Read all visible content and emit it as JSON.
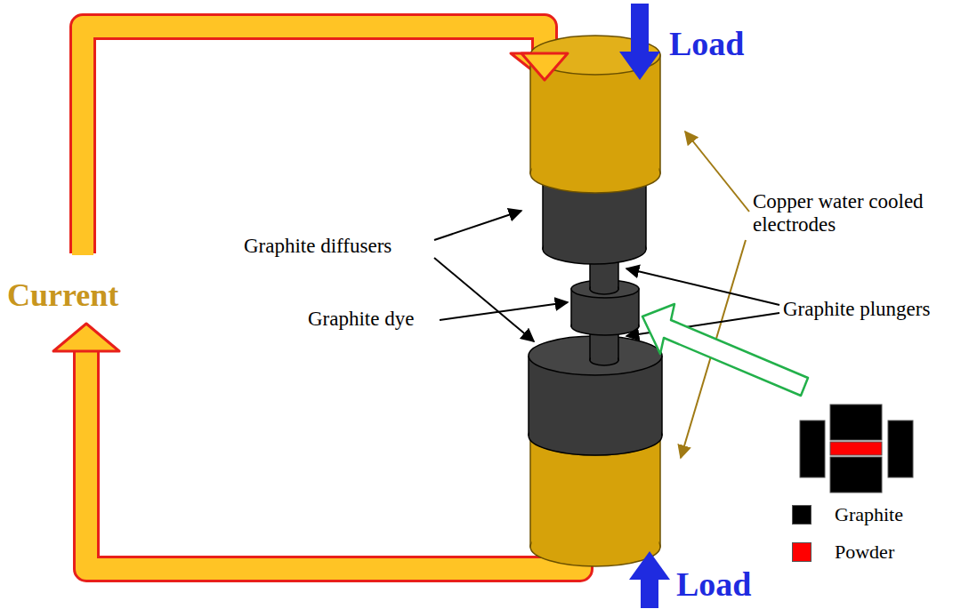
{
  "diagram": {
    "labels": [
      "Load",
      "Load",
      "Current",
      "Copper water cooled electrodes",
      "Graphite diffusers",
      "Graphite dye",
      "Graphite plungers"
    ],
    "legend": [
      {
        "text": "Graphite",
        "color": "#000000"
      },
      {
        "text": "Powder",
        "color": "#ff0000"
      }
    ]
  }
}
